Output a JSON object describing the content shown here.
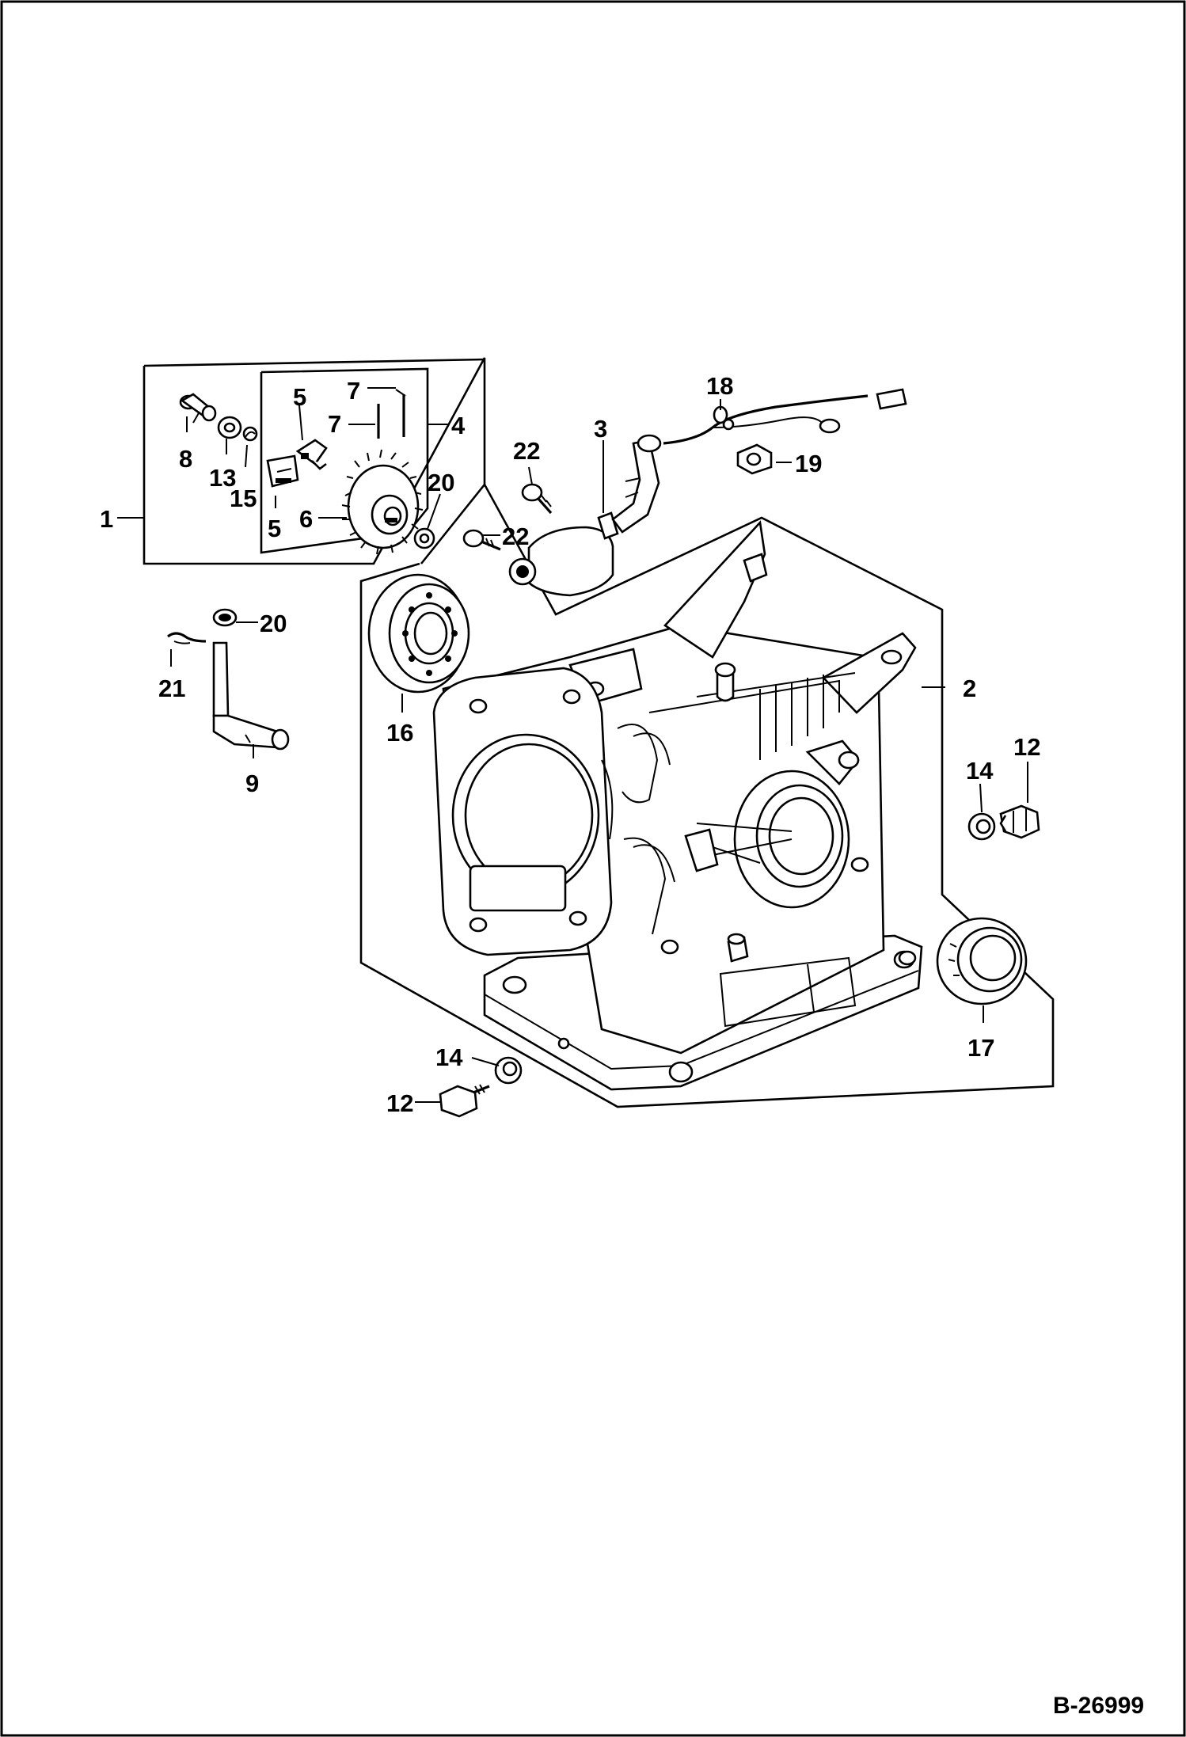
{
  "diagram": {
    "document_number": "B-26999",
    "callouts": {
      "c1": "1",
      "c2": "2",
      "c3": "3",
      "c4": "4",
      "c5a": "5",
      "c5b": "5",
      "c6": "6",
      "c7a": "7",
      "c7b": "7",
      "c8": "8",
      "c9": "9",
      "c12a": "12",
      "c12b": "12",
      "c13": "13",
      "c14a": "14",
      "c14b": "14",
      "c15": "15",
      "c16": "16",
      "c17": "17",
      "c18": "18",
      "c19": "19",
      "c20a": "20",
      "c20b": "20",
      "c21": "21",
      "c22a": "22",
      "c22b": "22"
    }
  }
}
